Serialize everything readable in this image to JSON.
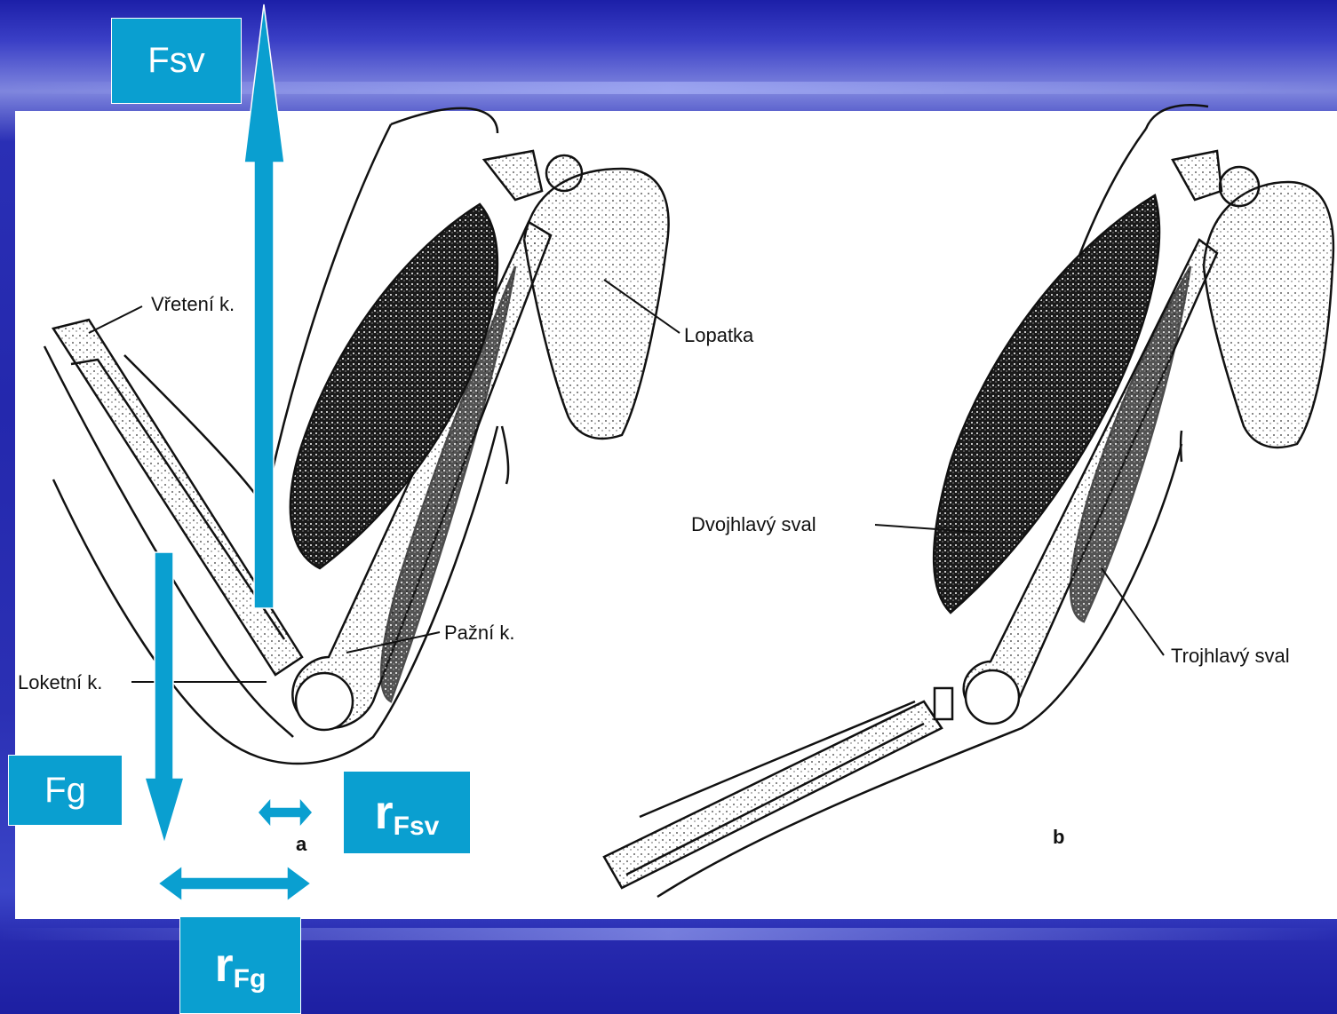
{
  "labels": {
    "radius": "Vřetení k.",
    "scapula": "Lopatka",
    "biceps": "Dvojhlavý sval",
    "humerus": "Pažní k.",
    "ulna": "Loketní k.",
    "triceps": "Trojhlavý sval",
    "fig_a": "a",
    "fig_b": "b"
  },
  "force_boxes": {
    "fsv": "Fsv",
    "fg": "Fg",
    "r_fsv_main": "r",
    "r_fsv_sub": "Fsv",
    "r_fg_main": "r",
    "r_fg_sub": "Fg"
  },
  "colors": {
    "arrow": "#0a9fd0",
    "background": "#2428ad",
    "panel": "#ffffff"
  }
}
